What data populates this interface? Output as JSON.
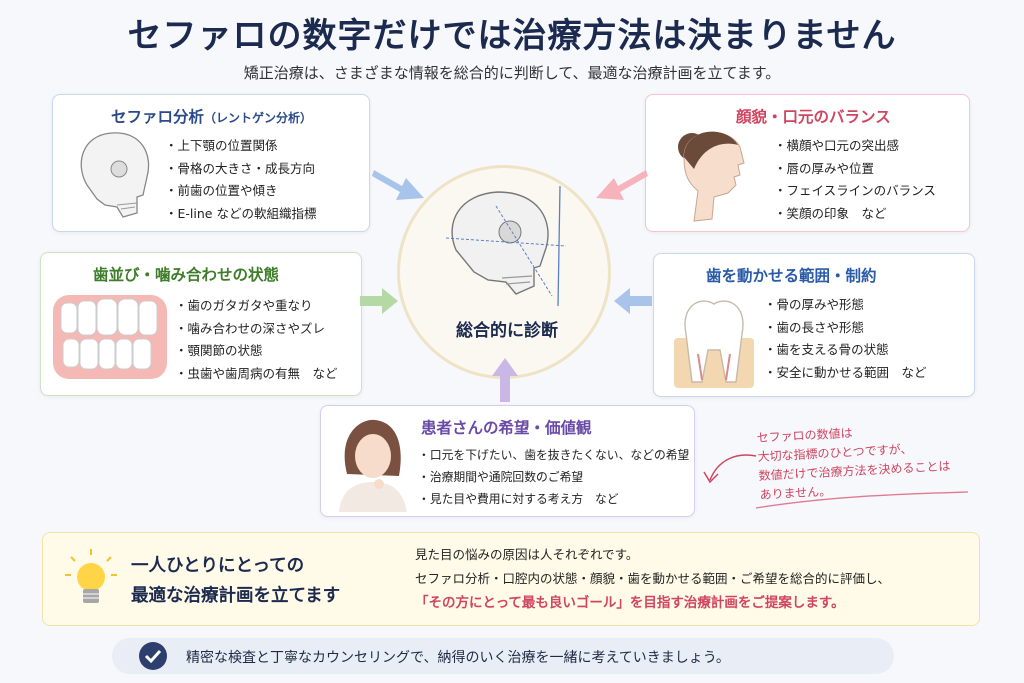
{
  "title": "セファロの数字だけでは治療方法は決まりません",
  "subtitle": "矯正治療は、さまざまな情報を総合的に判断して、最適な治療計画を立てます。",
  "center_label": "総合的に診断",
  "cards": {
    "ceph": {
      "title": "セファロ分析",
      "title_sub": "（レントゲン分析）",
      "items": [
        "上下顎の位置関係",
        "骨格の大きさ・成長方向",
        "前歯の位置や傾き",
        "E-line などの軟組織指標"
      ]
    },
    "face": {
      "title": "顔貌・口元のバランス",
      "items": [
        "横顔や口元の突出感",
        "唇の厚みや位置",
        "フェイスラインのバランス",
        "笑顔の印象　など"
      ]
    },
    "teeth": {
      "title": "歯並び・噛み合わせの状態",
      "items": [
        "歯のガタガタや重なり",
        "噛み合わせの深さやズレ",
        "顎関節の状態",
        "虫歯や歯周病の有無　など"
      ]
    },
    "move": {
      "title": "歯を動かせる範囲・制約",
      "items": [
        "骨の厚みや形態",
        "歯の長さや形態",
        "歯を支える骨の状態",
        "安全に動かせる範囲　など"
      ]
    },
    "wish": {
      "title": "患者さんの希望・価値観",
      "items": [
        "口元を下げたい、歯を抜きたくない、などの希望",
        "治療期間や通院回数のご希望",
        "見た目や費用に対する考え方　など"
      ]
    }
  },
  "note": {
    "line1": "セファロの数値は",
    "line2": "大切な指標のひとつですが、",
    "line3": "数値だけで治療方法を決めることは",
    "line4": "ありません。"
  },
  "bottom": {
    "head1": "一人ひとりにとっての",
    "head2": "最適な治療計画を立てます",
    "text1": "見た目の悩みの原因は人それぞれです。",
    "text2": "セファロ分析・口腔内の状態・顔貌・歯を動かせる範囲・ご希望を総合的に評価し、",
    "highlight": "「その方にとって最も良いゴール」",
    "text3": "を目指す治療計画をご提案します。"
  },
  "footer": "精密な検査と丁寧なカウンセリングで、納得のいく治療を一緒に考えていきましょう。",
  "colors": {
    "navy": "#1b2a4e",
    "pink": "#d0455f",
    "green": "#3e7d2a",
    "blue": "#2a5aa8",
    "purple": "#6a4aa8"
  }
}
